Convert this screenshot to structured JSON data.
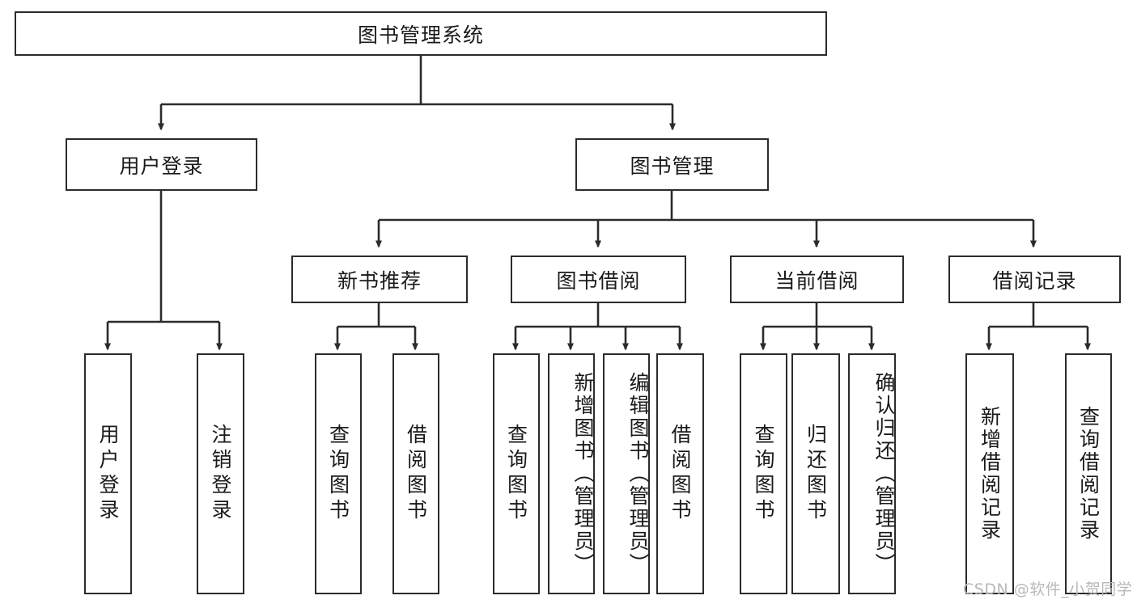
{
  "diagram": {
    "title": "图书管理系统",
    "type": "hierarchy-tree",
    "root": {
      "label": "图书管理系统"
    },
    "level2": [
      {
        "label": "用户登录"
      },
      {
        "label": "图书管理"
      }
    ],
    "level3": [
      {
        "label": "新书推荐"
      },
      {
        "label": "图书借阅"
      },
      {
        "label": "当前借阅"
      },
      {
        "label": "借阅记录"
      }
    ],
    "leaves": [
      {
        "label": "用户登录",
        "parent": "用户登录"
      },
      {
        "label": "注销登录",
        "parent": "用户登录"
      },
      {
        "label": "查询图书",
        "parent": "新书推荐"
      },
      {
        "label": "借阅图书",
        "parent": "新书推荐"
      },
      {
        "label": "查询图书",
        "parent": "图书借阅"
      },
      {
        "label": "新增图书（管理员）",
        "parent": "图书借阅"
      },
      {
        "label": "编辑图书（管理员）",
        "parent": "图书借阅"
      },
      {
        "label": "借阅图书",
        "parent": "图书借阅"
      },
      {
        "label": "查询图书",
        "parent": "当前借阅"
      },
      {
        "label": "归还图书",
        "parent": "当前借阅"
      },
      {
        "label": "确认归还（管理员）",
        "parent": "当前借阅"
      },
      {
        "label": "新增借阅记录",
        "parent": "借阅记录"
      },
      {
        "label": "查询借阅记录",
        "parent": "借阅记录"
      }
    ],
    "watermark": "CSDN @软件_小贺同学",
    "colors": {
      "stroke": "#2b2b2b",
      "background": "#ffffff",
      "text": "#1a1a1a",
      "watermark": "#b8b8b8"
    }
  }
}
